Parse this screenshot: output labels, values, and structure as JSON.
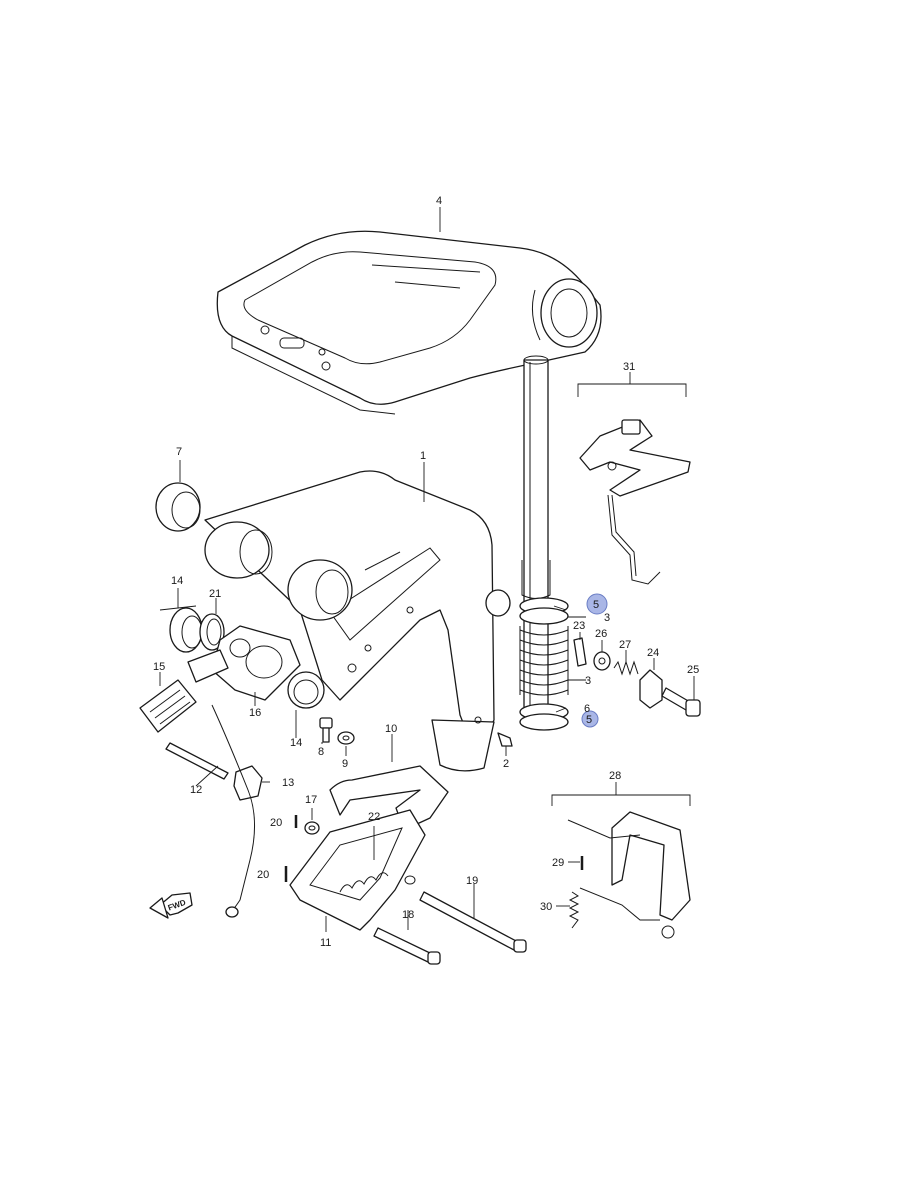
{
  "diagram": {
    "highlight_color": "#a9b6e6",
    "labels": {
      "p1": "1",
      "p2": "2",
      "p3a": "3",
      "p3b": "3",
      "p4": "4",
      "p5a": "5",
      "p5b": "5",
      "p6": "6",
      "p7": "7",
      "p8": "8",
      "p9": "9",
      "p10": "10",
      "p11": "11",
      "p12": "12",
      "p13": "13",
      "p14a": "14",
      "p14b": "14",
      "p15": "15",
      "p16": "16",
      "p17": "17",
      "p18": "18",
      "p19": "19",
      "p20a": "20",
      "p20b": "20",
      "p21": "21",
      "p22": "22",
      "p23": "23",
      "p24": "24",
      "p25": "25",
      "p26": "26",
      "p27": "27",
      "p28": "28",
      "p29": "29",
      "p30": "30",
      "p31": "31"
    },
    "fwd_arrow_text": "FWD"
  }
}
